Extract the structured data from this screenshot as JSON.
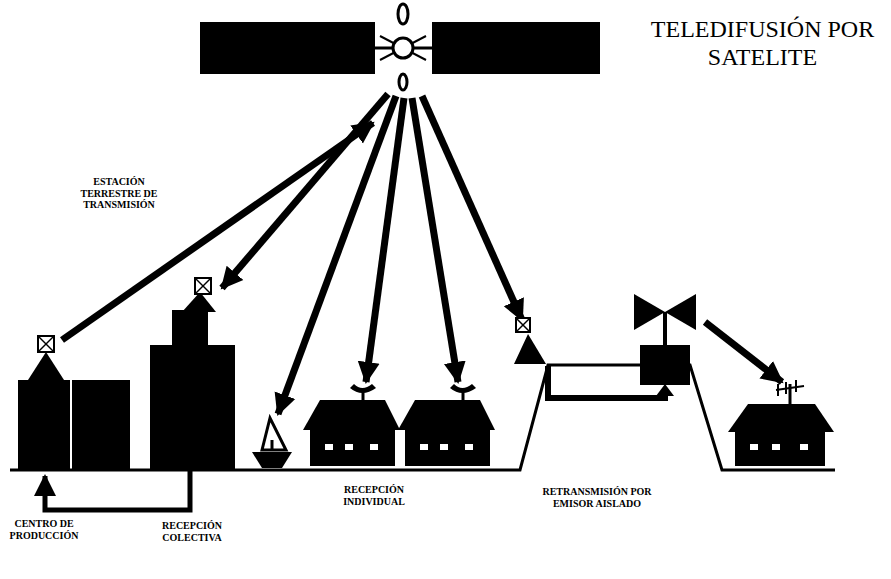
{
  "diagram": {
    "title": "TELEDIFUSIÓN POR SATELITE",
    "labels": [
      "ESTACIÓN TERRESTRE DE TRANSMISIÓN",
      "CENTRO DE PRODUCCIÓN",
      "RECEPCIÓN COLECTIVA",
      "RECEPCIÓN INDIVIDUAL",
      "RETRANSMISIÓN POR EMISOR AISLADO"
    ]
  }
}
